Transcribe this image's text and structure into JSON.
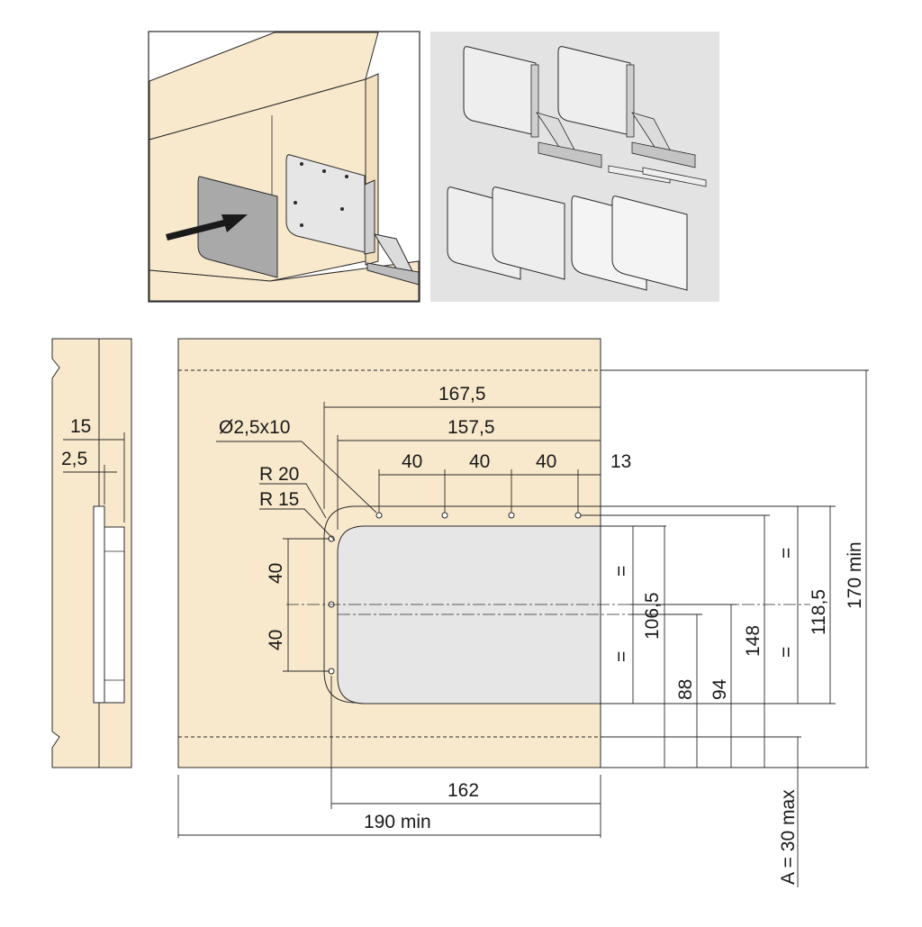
{
  "colors": {
    "wood": "#f8e8cc",
    "panel_grey": "#e6e6e6",
    "insert_grey": "#a9a9a9",
    "line": "#2a2a2a",
    "photo_bg": "#e3e3e3"
  },
  "front_view": {
    "dim_167_5": "167,5",
    "dim_157_5": "157,5",
    "hole_label": "Ø2,5x10",
    "spacing_1": "40",
    "spacing_2": "40",
    "spacing_3": "40",
    "end_offset": "13",
    "radius_outer": "R 20",
    "radius_inner": "R 15",
    "vert_spacing_top": "40",
    "vert_spacing_bottom": "40",
    "equal_top": "=",
    "equal_bottom": "=",
    "dim_106_5": "106,5",
    "dim_88": "88",
    "dim_94": "94",
    "dim_148": "148",
    "equal_right_top": "=",
    "equal_right_bottom": "=",
    "dim_118_5": "118,5",
    "dim_170": "170 min",
    "dim_162": "162",
    "dim_190": "190 min",
    "dim_A": "A = 30 max"
  },
  "side_view": {
    "dim_15": "15",
    "dim_2_5": "2,5"
  }
}
